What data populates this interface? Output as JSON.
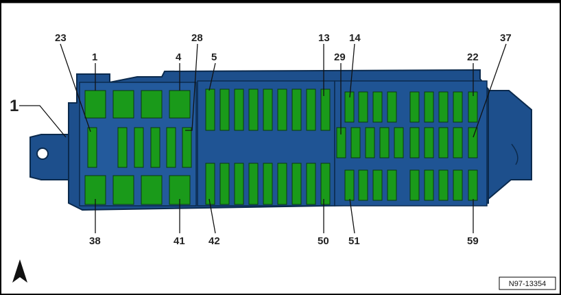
{
  "title": "",
  "labels": {
    "housing": "1",
    "fuse_23": "23",
    "fuse_1": "1",
    "fuse_4": "4",
    "fuse_28": "28",
    "fuse_5": "5",
    "fuse_13": "13",
    "fuse_14": "14",
    "fuse_29": "29",
    "fuse_22": "22",
    "fuse_37": "37",
    "fuse_38": "38",
    "fuse_41": "41",
    "fuse_42": "42",
    "fuse_50": "50",
    "fuse_51": "51",
    "fuse_59": "59"
  },
  "figure_ref": "N97-13354",
  "colors": {
    "housing": "#1d4f8c",
    "housing_dark": "#163d6d",
    "fuse": "#1a9a1a",
    "outline": "#0b2a4d"
  },
  "icons": {
    "direction_arrow": "arrow-up-icon"
  }
}
